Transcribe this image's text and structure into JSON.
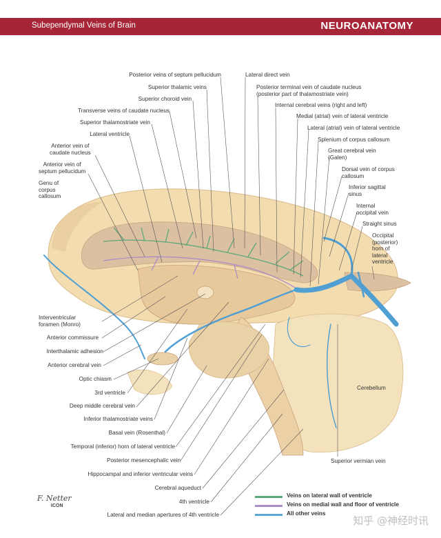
{
  "header": {
    "left_title": "Subependymal Veins of Brain",
    "right_title": "NEUROANATOMY",
    "bar_color": "#a62536"
  },
  "labels_top": [
    "Posterior veins of septum pellucidum",
    "Superior thalamic veins",
    "Superior choroid vein",
    "Transverse veins of caudate nucleus",
    "Superior thalamostriate vein",
    "Lateral ventricle",
    "Anterior vein of\ncaudate nucleus",
    "Anterior vein of\nseptum pellucidum",
    "Genu of\ncorpus\ncallosum"
  ],
  "labels_right": [
    "Lateral direct vein",
    "Posterior terminal vein of caudate nucleus\n(posterior part of thalamostriate vein)",
    "Internal cerebral veins (right and left)",
    "Medial (atrial) vein of lateral ventricle",
    "Lateral (atrial) vein of lateral ventricle",
    "Splenium of corpus callosum",
    "Great cerebral vein\n(Galen)",
    "Dorsal vein of corpus\ncallosum",
    "Inferior sagittal\nsinus",
    "Internal\noccipital vein",
    "Straight sinus",
    "Occipital\n(posterior)\nhorn of\nlateral\nventricle",
    "Cerebellum",
    "Superior vermian vein"
  ],
  "labels_bottom": [
    "Interventricular\nforamen (Monro)",
    "Anterior commissure",
    "Interthalamic adhesion",
    "Anterior cerebral vein",
    "Optic chiasm",
    "3rd ventricle",
    "Deep middle cerebral vein",
    "Inferior thalamostriate veins",
    "Basal vein (Rosenthal)",
    "Temporal (inferior) horn of lateral ventricle",
    "Posterior mesencephalic vein",
    "Hippocampal and inferior ventricular veins",
    "Cerebral aqueduct",
    "4th ventricle",
    "Lateral and median apertures of 4th ventricle"
  ],
  "legend": [
    {
      "label": "Veins on lateral wall of ventricle",
      "color": "#5aa877"
    },
    {
      "label": "Veins on medial wall and floor of ventricle",
      "color": "#a98cc8"
    },
    {
      "label": "All other veins",
      "color": "#5aa7d6"
    }
  ],
  "signature": "F. Netter",
  "brand": "ICON",
  "watermark": "知乎 @神经时讯",
  "colors": {
    "tissue": "#f2dcb0",
    "tissue_dark": "#e4c493",
    "ventricle": "#dcc0a2",
    "vein_blue": "#4f9fd3"
  }
}
